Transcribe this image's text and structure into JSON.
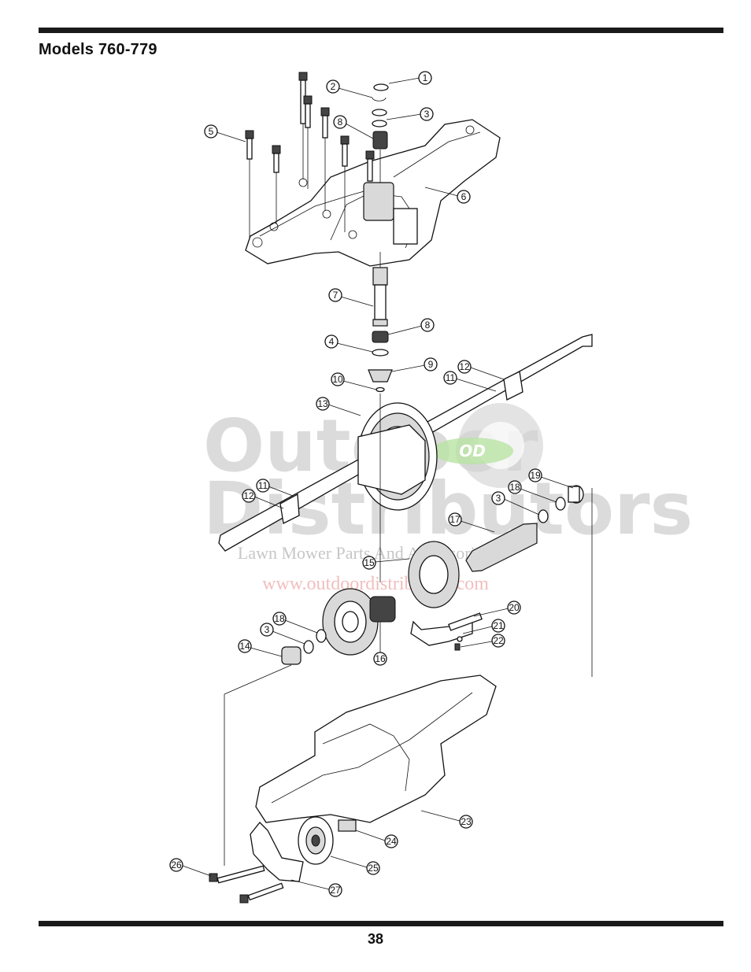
{
  "page": {
    "title": "Models 760-779",
    "page_number": "38"
  },
  "watermark": {
    "line1": "Outdoor",
    "line2": "Distributors",
    "badge": "OD",
    "tagline": "Lawn Mower Parts And Accessories",
    "url": "www.outdoordistributors.com"
  },
  "callouts": [
    "1",
    "2",
    "3",
    "8",
    "5",
    "6",
    "7",
    "8",
    "4",
    "9",
    "10",
    "12",
    "11",
    "13",
    "11",
    "12",
    "19",
    "18",
    "3",
    "17",
    "15",
    "20",
    "18",
    "3",
    "21",
    "22",
    "14",
    "16",
    "23",
    "24",
    "26",
    "25",
    "27"
  ]
}
